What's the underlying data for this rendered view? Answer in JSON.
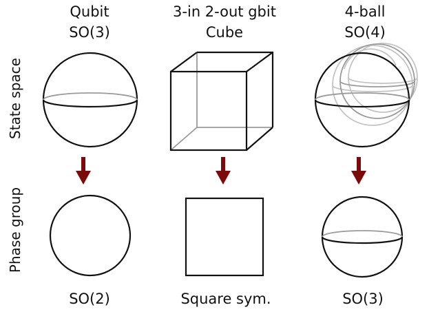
{
  "columns": [
    {
      "title_line1": "Qubit",
      "title_line2": "SO(3)",
      "bottom_label": "SO(2)"
    },
    {
      "title_line1": "3-in 2-out gbit",
      "title_line2": "Cube",
      "bottom_label": "Square sym."
    },
    {
      "title_line1": "4-ball",
      "title_line2": "SO(4)",
      "bottom_label": "SO(3)"
    }
  ],
  "rows": {
    "top_label": "State space",
    "bottom_label": "Phase group"
  },
  "colors": {
    "arrow": "#7b0a0a",
    "outline": "#111111",
    "hidden_edge": "#9a9a9a",
    "ghost": "#c4c4c4"
  }
}
